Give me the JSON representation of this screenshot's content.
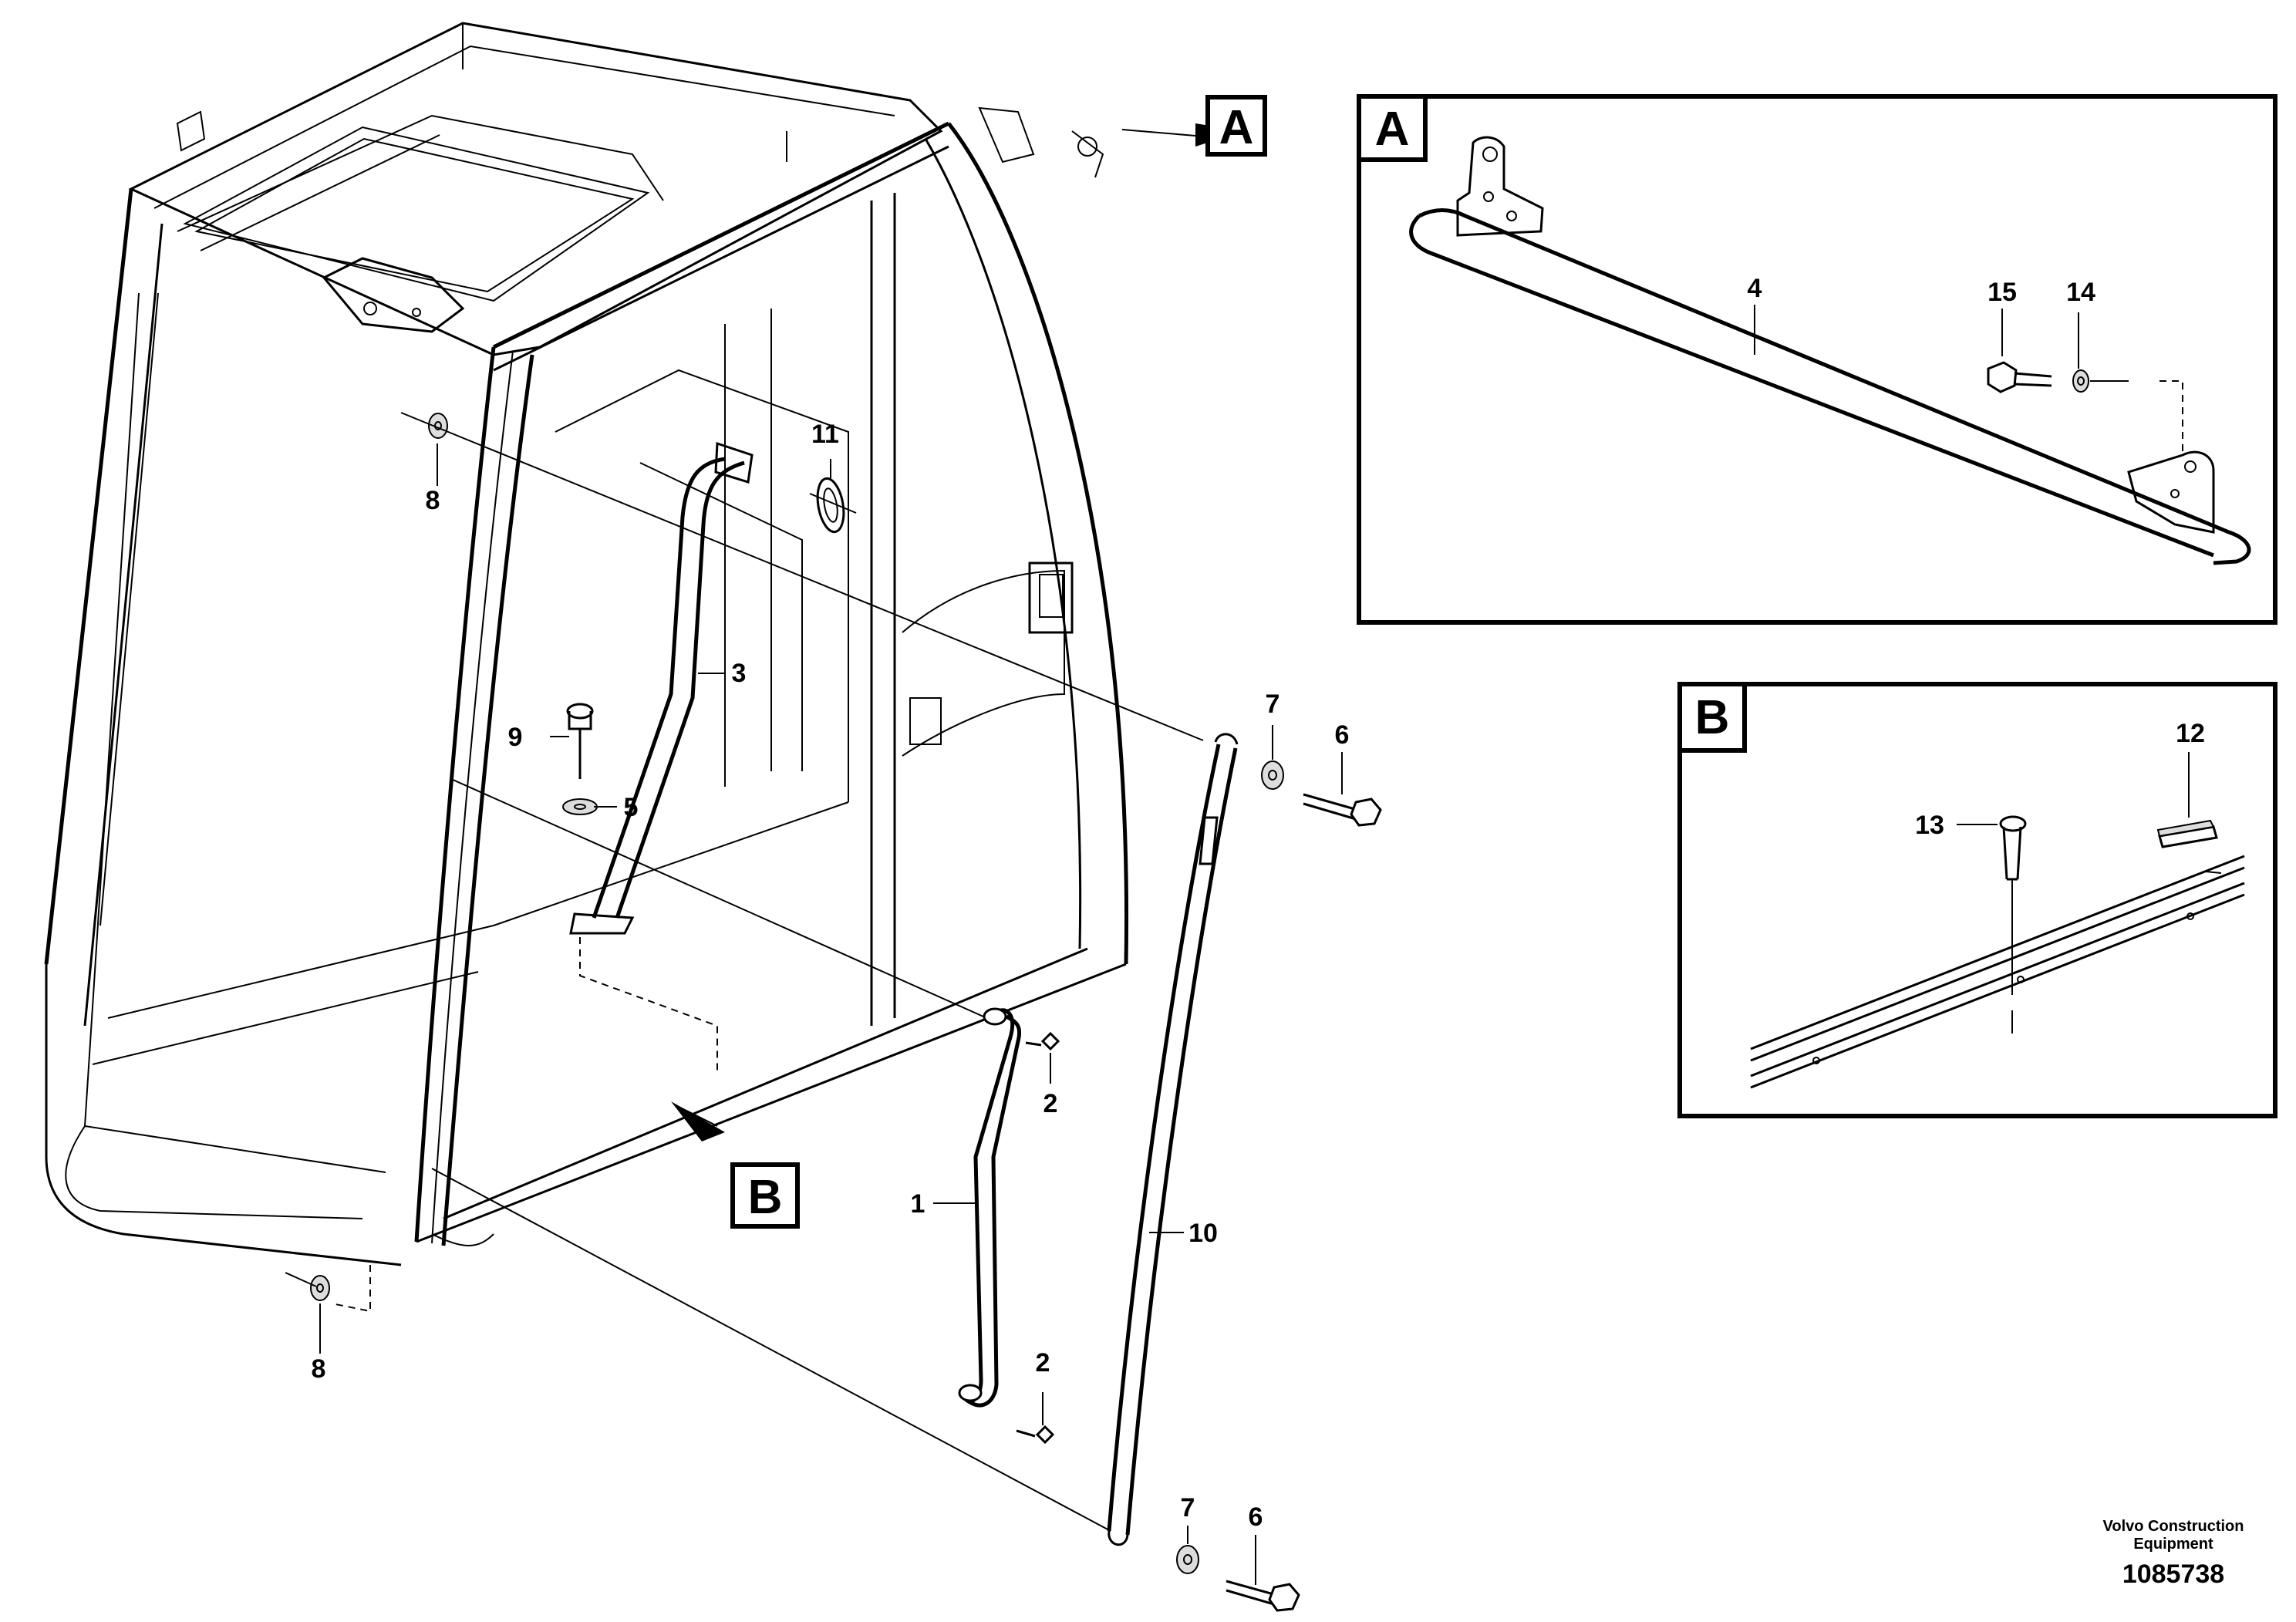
{
  "callouts": {
    "n1": "1",
    "n2a": "2",
    "n2b": "2",
    "n3": "3",
    "n4": "4",
    "n5": "5",
    "n6a": "6",
    "n6b": "6",
    "n7a": "7",
    "n7b": "7",
    "n8a": "8",
    "n8b": "8",
    "n9": "9",
    "n10": "10",
    "n11": "11",
    "n12": "12",
    "n13": "13",
    "n14": "14",
    "n15": "15"
  },
  "view_tags": {
    "a_main": "A",
    "b_main": "B",
    "a_detail": "A",
    "b_detail": "B"
  },
  "footer": {
    "maker_line1": "Volvo Construction",
    "maker_line2": "Equipment",
    "drawing_number": "1085738"
  }
}
